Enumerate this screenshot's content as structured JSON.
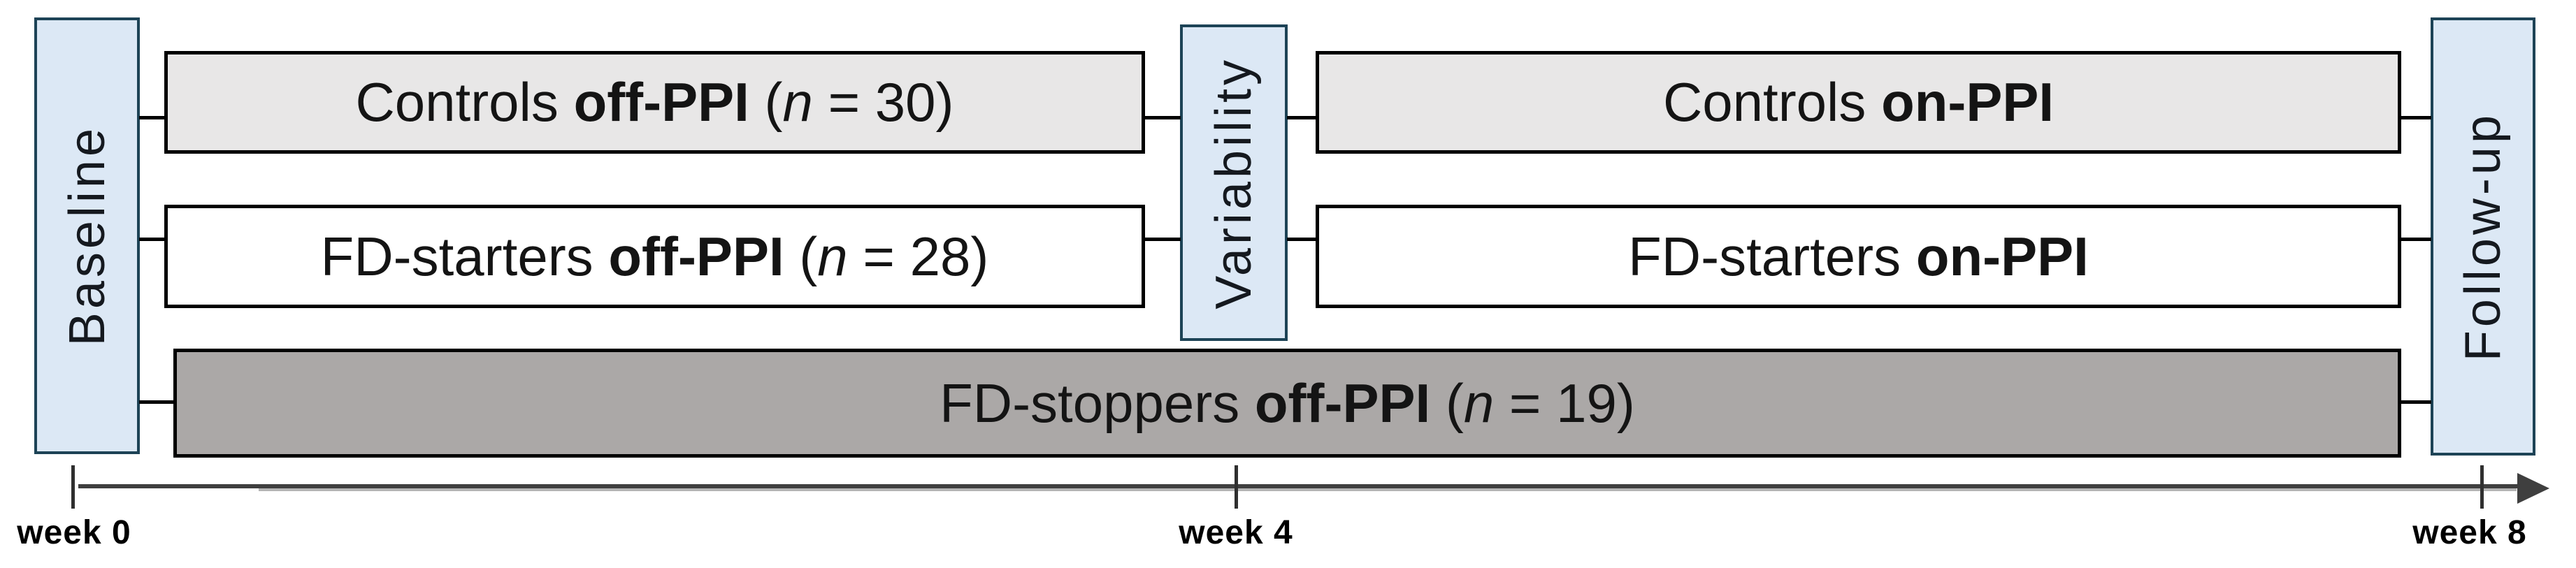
{
  "phases": {
    "baseline": "Baseline",
    "variability": "Variability",
    "followup": "Follow-up"
  },
  "arms": [
    {
      "id": "controls-off-ppi",
      "prefix": "Controls ",
      "bold": "off-PPI",
      "open": " (",
      "nvar": "n",
      "close": " = 30)",
      "n": 30,
      "fill": "#e8e7e7"
    },
    {
      "id": "fd-starters-off-ppi",
      "prefix": "FD-starters ",
      "bold": "off-PPI",
      "open": " (",
      "nvar": "n",
      "close": " = 28)",
      "n": 28,
      "fill": "#ffffff"
    },
    {
      "id": "controls-on-ppi",
      "prefix": "Controls ",
      "bold": "on-PPI",
      "open": "",
      "nvar": "",
      "close": "",
      "fill": "#e8e7e7"
    },
    {
      "id": "fd-starters-on-ppi",
      "prefix": "FD-starters ",
      "bold": "on-PPI",
      "open": "",
      "nvar": "",
      "close": "",
      "fill": "#ffffff"
    },
    {
      "id": "fd-stoppers-off-ppi",
      "prefix": "FD-stoppers ",
      "bold": "off-PPI",
      "open": " (",
      "nvar": "n",
      "close": " = 19)",
      "n": 19,
      "fill": "#aba8a7"
    }
  ],
  "timeline": {
    "labels": [
      "week 0",
      "week 4",
      "week 8"
    ]
  },
  "colors": {
    "phase_fill": "#dce8f5",
    "phase_border": "#1d4356",
    "arm_border": "#000000",
    "light_gray_fill": "#e8e7e7",
    "white_fill": "#ffffff",
    "dark_gray_fill": "#aba8a7",
    "axis": "#3f3f3f"
  }
}
